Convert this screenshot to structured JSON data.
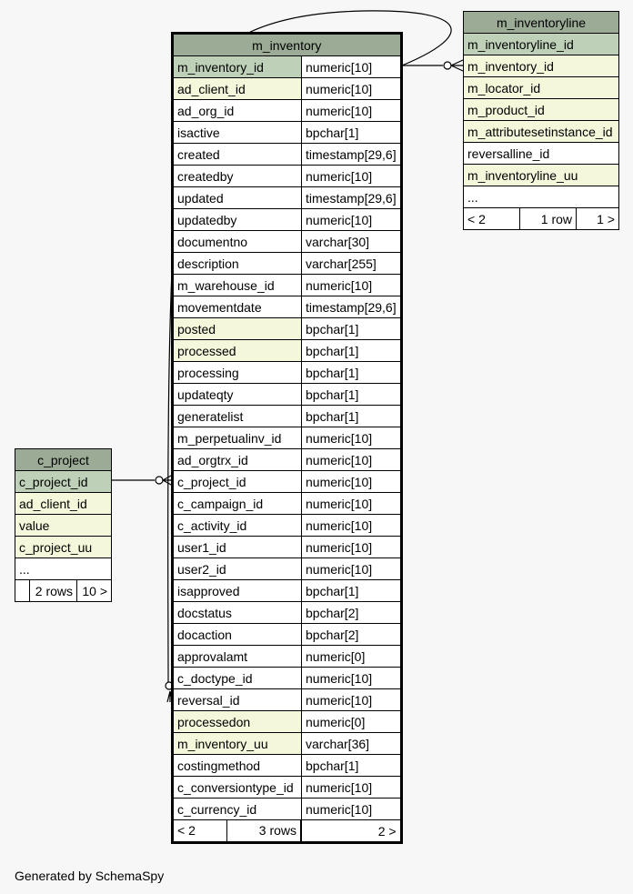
{
  "tables": {
    "m_inventory": {
      "name": "m_inventory",
      "columns": [
        {
          "name": "m_inventory_id",
          "type": "numeric[10]",
          "style": "pk"
        },
        {
          "name": "ad_client_id",
          "type": "numeric[10]",
          "style": "idx"
        },
        {
          "name": "ad_org_id",
          "type": "numeric[10]",
          "style": ""
        },
        {
          "name": "isactive",
          "type": "bpchar[1]",
          "style": ""
        },
        {
          "name": "created",
          "type": "timestamp[29,6]",
          "style": ""
        },
        {
          "name": "createdby",
          "type": "numeric[10]",
          "style": ""
        },
        {
          "name": "updated",
          "type": "timestamp[29,6]",
          "style": ""
        },
        {
          "name": "updatedby",
          "type": "numeric[10]",
          "style": ""
        },
        {
          "name": "documentno",
          "type": "varchar[30]",
          "style": ""
        },
        {
          "name": "description",
          "type": "varchar[255]",
          "style": ""
        },
        {
          "name": "m_warehouse_id",
          "type": "numeric[10]",
          "style": ""
        },
        {
          "name": "movementdate",
          "type": "timestamp[29,6]",
          "style": ""
        },
        {
          "name": "posted",
          "type": "bpchar[1]",
          "style": "idx"
        },
        {
          "name": "processed",
          "type": "bpchar[1]",
          "style": "idx"
        },
        {
          "name": "processing",
          "type": "bpchar[1]",
          "style": ""
        },
        {
          "name": "updateqty",
          "type": "bpchar[1]",
          "style": ""
        },
        {
          "name": "generatelist",
          "type": "bpchar[1]",
          "style": ""
        },
        {
          "name": "m_perpetualinv_id",
          "type": "numeric[10]",
          "style": ""
        },
        {
          "name": "ad_orgtrx_id",
          "type": "numeric[10]",
          "style": ""
        },
        {
          "name": "c_project_id",
          "type": "numeric[10]",
          "style": ""
        },
        {
          "name": "c_campaign_id",
          "type": "numeric[10]",
          "style": ""
        },
        {
          "name": "c_activity_id",
          "type": "numeric[10]",
          "style": ""
        },
        {
          "name": "user1_id",
          "type": "numeric[10]",
          "style": ""
        },
        {
          "name": "user2_id",
          "type": "numeric[10]",
          "style": ""
        },
        {
          "name": "isapproved",
          "type": "bpchar[1]",
          "style": ""
        },
        {
          "name": "docstatus",
          "type": "bpchar[2]",
          "style": ""
        },
        {
          "name": "docaction",
          "type": "bpchar[2]",
          "style": ""
        },
        {
          "name": "approvalamt",
          "type": "numeric[0]",
          "style": ""
        },
        {
          "name": "c_doctype_id",
          "type": "numeric[10]",
          "style": ""
        },
        {
          "name": "reversal_id",
          "type": "numeric[10]",
          "style": ""
        },
        {
          "name": "processedon",
          "type": "numeric[0]",
          "style": "idx"
        },
        {
          "name": "m_inventory_uu",
          "type": "varchar[36]",
          "style": "idx"
        },
        {
          "name": "costingmethod",
          "type": "bpchar[1]",
          "style": ""
        },
        {
          "name": "c_conversiontype_id",
          "type": "numeric[10]",
          "style": ""
        },
        {
          "name": "c_currency_id",
          "type": "numeric[10]",
          "style": ""
        }
      ],
      "footer": {
        "parents": "< 2",
        "rows": "3 rows",
        "children": "2 >"
      }
    },
    "m_inventoryline": {
      "name": "m_inventoryline",
      "columns": [
        {
          "name": "m_inventoryline_id",
          "style": "pk"
        },
        {
          "name": "m_inventory_id",
          "style": "idx"
        },
        {
          "name": "m_locator_id",
          "style": "idx"
        },
        {
          "name": "m_product_id",
          "style": "idx"
        },
        {
          "name": "m_attributesetinstance_id",
          "style": "idx"
        },
        {
          "name": "reversalline_id",
          "style": ""
        },
        {
          "name": "m_inventoryline_uu",
          "style": "idx"
        },
        {
          "name": "...",
          "style": ""
        }
      ],
      "footer": {
        "parents": "< 2",
        "rows": "1 row",
        "children": "1 >"
      }
    },
    "c_project": {
      "name": "c_project",
      "columns": [
        {
          "name": "c_project_id",
          "style": "pk"
        },
        {
          "name": "ad_client_id",
          "style": "idx"
        },
        {
          "name": "value",
          "style": "idx"
        },
        {
          "name": "c_project_uu",
          "style": "idx"
        },
        {
          "name": "...",
          "style": ""
        }
      ],
      "footer": {
        "parents": "",
        "rows": "2 rows",
        "children": "10 >"
      }
    }
  },
  "footer_text": "Generated by SchemaSpy",
  "colors": {
    "header": "#9bab96",
    "primary_key": "#bed1b8",
    "indexed": "#f4f7da",
    "background": "#f7f7f7"
  }
}
